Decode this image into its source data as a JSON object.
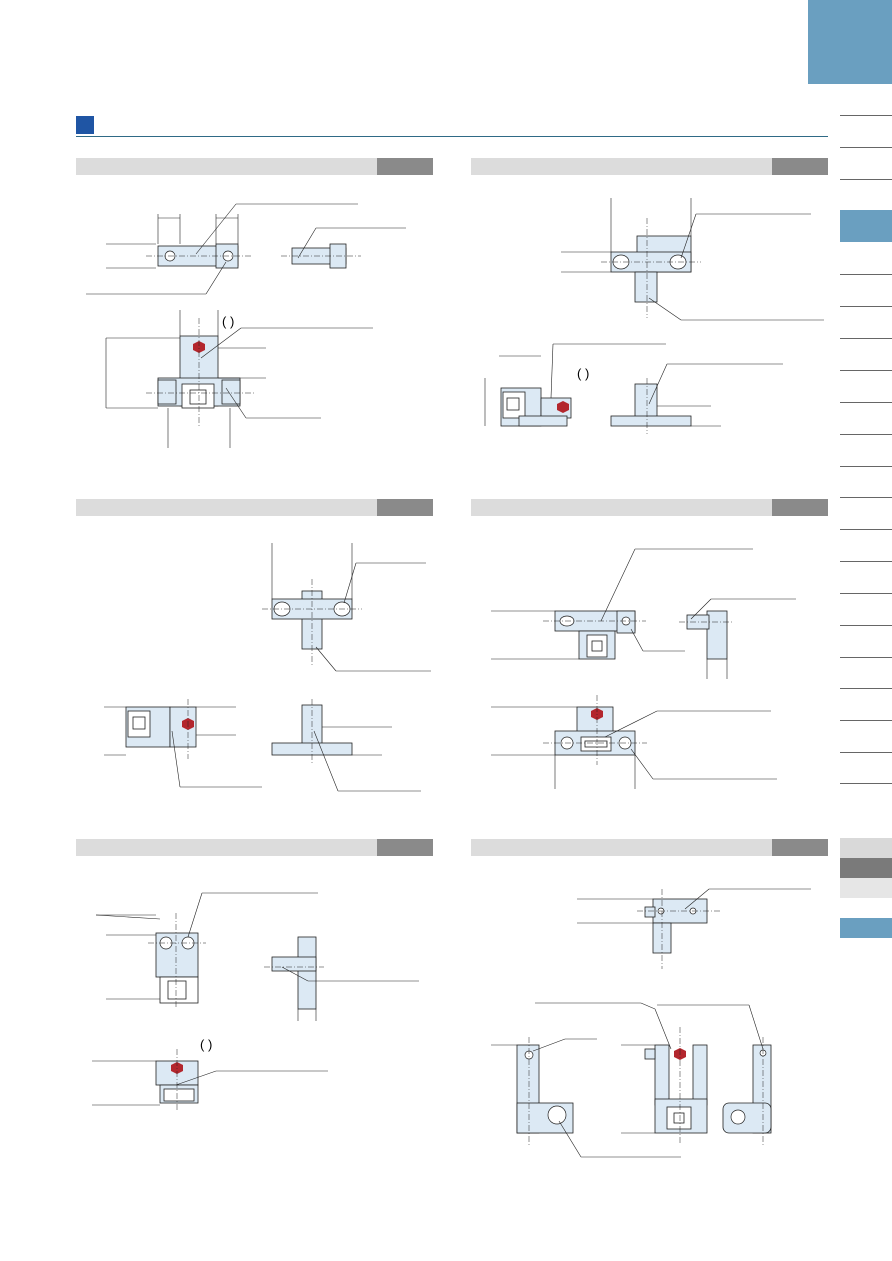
{
  "colors": {
    "corner_block": "#6a9fc0",
    "title_square": "#1f55a4",
    "title_rule": "#2f6a86",
    "panel_bar": "#dcdcdc",
    "panel_tag": "#8a8a8a",
    "part_fill": "#dce9f4",
    "marker": "#b3262d",
    "tab_active": "#6a9fc0",
    "tab_gray_light": "#d9d9d9",
    "tab_gray_dark": "#7a7a7a"
  },
  "icons": {
    "title_marker": "blue-square-icon",
    "mounting_mark": "red-arrow-marker-icon"
  },
  "panels": [
    {
      "id": "panel-1",
      "title": "",
      "tag": ""
    },
    {
      "id": "panel-2",
      "title": "",
      "tag": ""
    },
    {
      "id": "panel-3",
      "title": "",
      "tag": ""
    },
    {
      "id": "panel-4",
      "title": "",
      "tag": ""
    },
    {
      "id": "panel-5",
      "title": "",
      "tag": ""
    },
    {
      "id": "panel-6",
      "title": "",
      "tag": ""
    }
  ],
  "annotations": {
    "paren": "(  )"
  },
  "side_tabs": {
    "active_index": 3,
    "count": 20
  }
}
